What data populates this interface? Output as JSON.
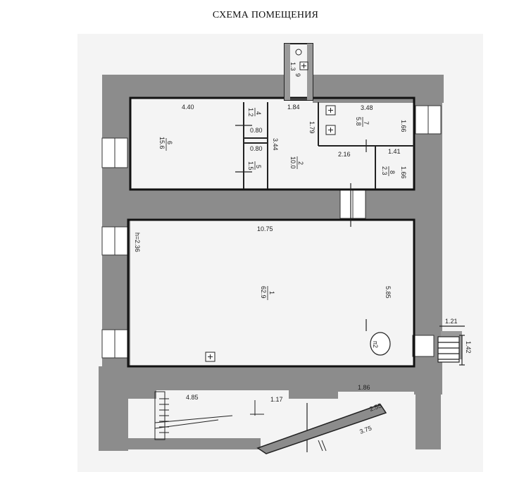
{
  "title": "СХЕМА ПОМЕЩЕНИЯ",
  "rooms": {
    "r1": {
      "number": "1",
      "area": "62.9"
    },
    "r2": {
      "number": "2",
      "area": "10.0"
    },
    "r4": {
      "number": "4",
      "area": "1.2"
    },
    "r5": {
      "number": "5",
      "area": "1.5"
    },
    "r6": {
      "number": "6",
      "area": "15.6"
    },
    "r7": {
      "number": "7",
      "area": "5.8"
    },
    "r8": {
      "number": "8",
      "area": "2.3"
    },
    "r9": {
      "number": "9",
      "area": "1.3"
    }
  },
  "dimensions": {
    "d_440": "4.40",
    "d_184": "1.84",
    "d_348": "3.48",
    "d_166a": "1.66",
    "d_179": "1.79",
    "d_080a": "0.80",
    "d_080b": "0.80",
    "d_344": "3.44",
    "d_216": "2.16",
    "d_141": "1.41",
    "d_166b": "1.66",
    "d_1075": "10.75",
    "d_h236": "h=2.36",
    "d_585": "5.85",
    "d_121": "1.21",
    "d_142": "1.42",
    "d_485": "4.85",
    "d_117": "1.17",
    "d_186": "1.86",
    "d_255": "2.55",
    "d_375": "3.75"
  },
  "markers": {
    "p2": "п2"
  }
}
